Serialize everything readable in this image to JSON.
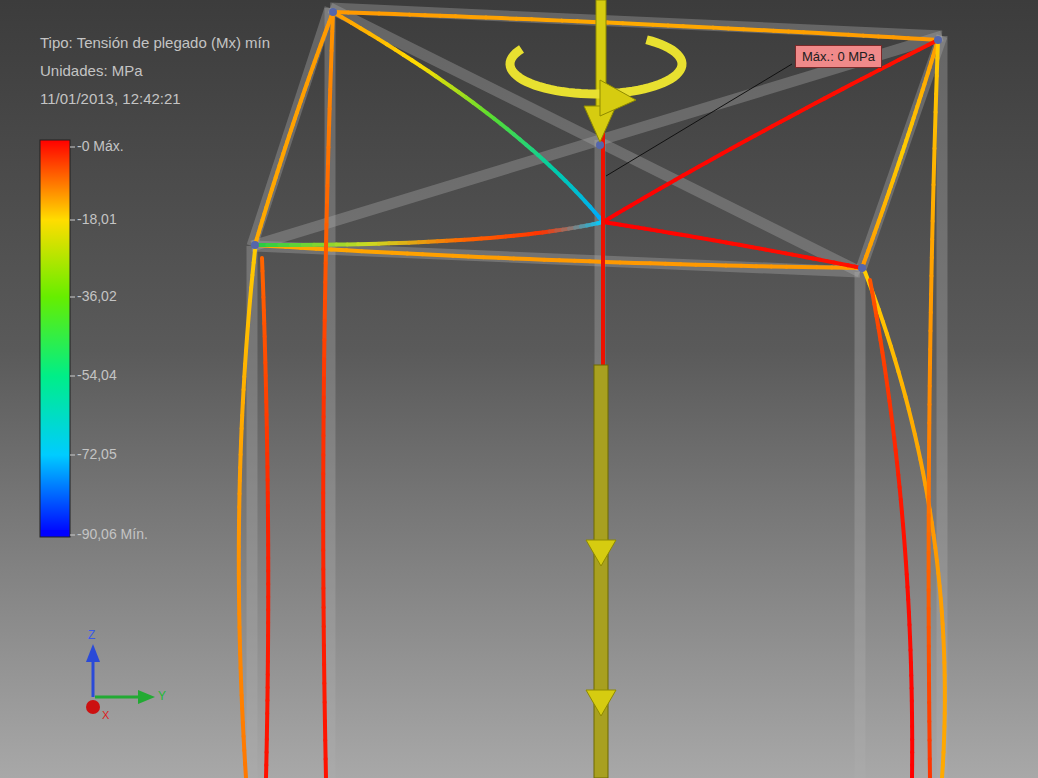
{
  "diagram": {
    "nodes": [
      {
        "text": [
          "Máx.: 0 MPa"
        ]
      }
    ],
    "labels": [
      "Tipo: Tensión de plegado (Mx) mín",
      "Unidades: MPa",
      "11/01/2013, 12:42:21",
      "Z",
      "Y",
      "X"
    ],
    "legend": [
      {
        "text": "-0 Máx.",
        "color": "#ff0000"
      },
      {
        "text": "-18,01",
        "color": "#ffdd00"
      },
      {
        "text": "-36,02",
        "color": "#66ee00"
      },
      {
        "text": "-54,04",
        "color": "#00ee88"
      },
      {
        "text": "-72,05",
        "color": "#00ccff"
      },
      {
        "text": "-90,06 Mín.",
        "color": "#0000ff"
      }
    ]
  }
}
